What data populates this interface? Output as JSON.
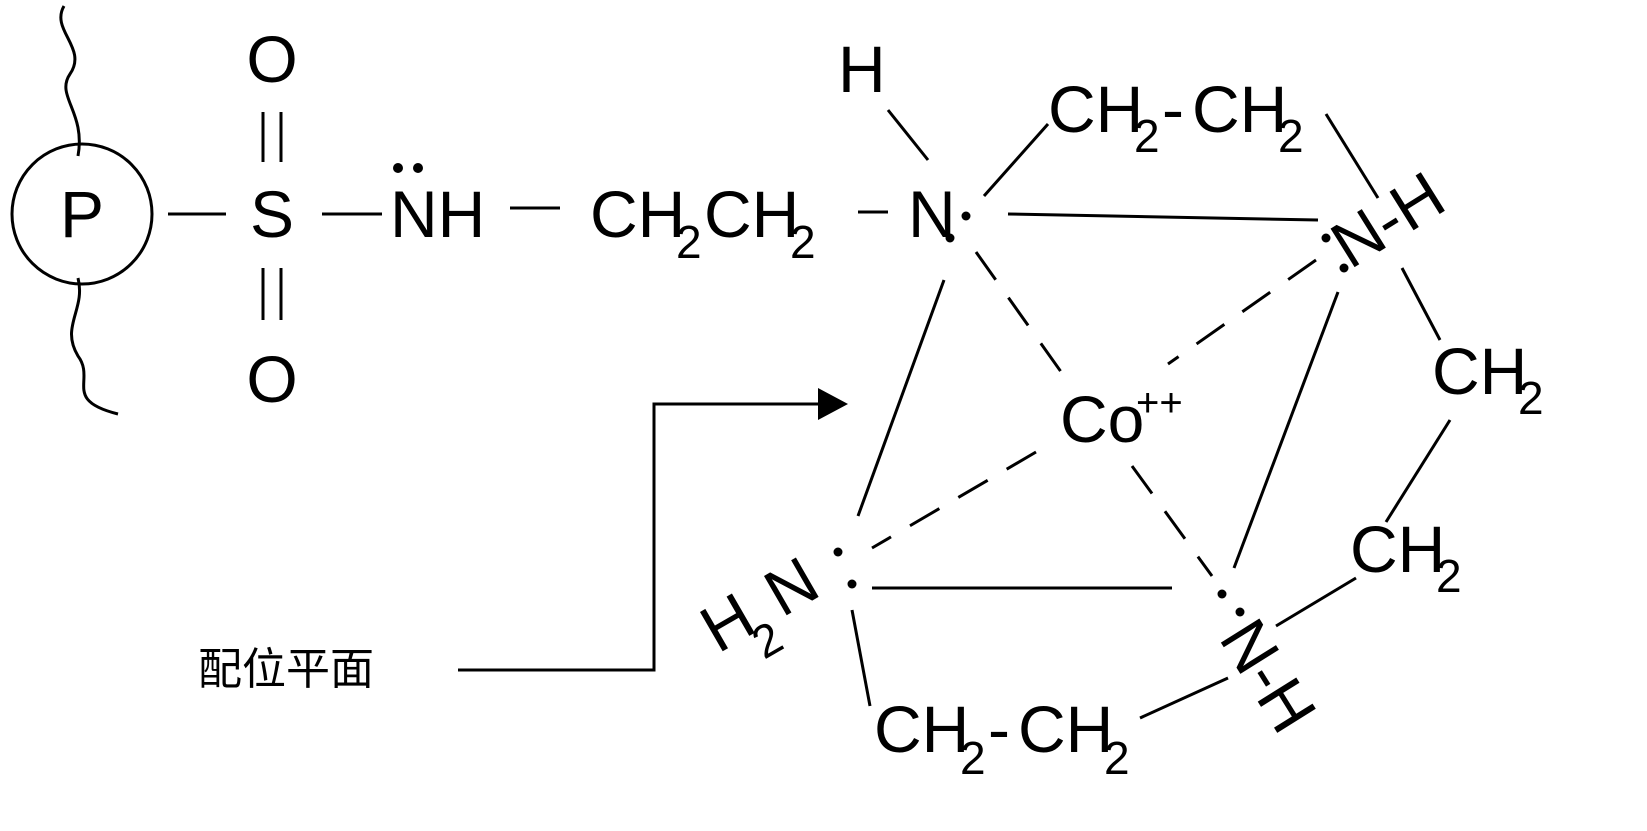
{
  "diagram": {
    "polymer_label": "P",
    "sulfur": "S",
    "oxygen_top": "O",
    "oxygen_bottom": "O",
    "amine_nh": "NH",
    "linker": {
      "ch_a": "CH",
      "sub_a": "2",
      "ch_b": "CH",
      "sub_b": "2"
    },
    "n_top": {
      "label": "N",
      "hydrogen": "H"
    },
    "top_bridge": {
      "ch_a": "CH",
      "sub_a": "2",
      "dash": "-",
      "ch_b": "CH",
      "sub_b": "2"
    },
    "n_right_top": "N-H",
    "right_ch2_upper": {
      "ch": "CH",
      "sub": "2"
    },
    "right_ch2_lower": {
      "ch": "CH",
      "sub": "2"
    },
    "metal": {
      "symbol": "Co",
      "charge": "++"
    },
    "n_left_bottom": {
      "h": "H",
      "sub": "2",
      "n": "N"
    },
    "n_right_bottom": "N-H",
    "bottom_bridge": {
      "ch_a": "CH",
      "sub_a": "2",
      "dash": "-",
      "ch_b": "CH",
      "sub_b": "2"
    },
    "annotation": "配位平面"
  }
}
